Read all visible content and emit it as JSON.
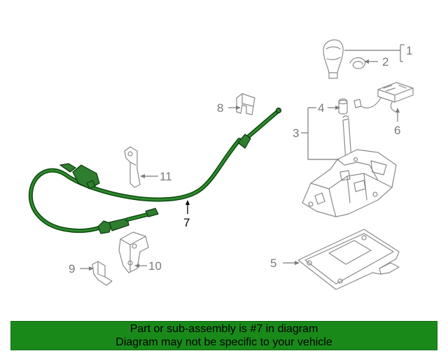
{
  "banner": {
    "line1": "Part or sub-assembly is #7 in diagram",
    "line2": "Diagram may not be specific to your vehicle",
    "color": "#198a1a"
  },
  "callouts": {
    "c1": "1",
    "c2": "2",
    "c3": "3",
    "c4": "4",
    "c5": "5",
    "c6": "6",
    "c7": "7",
    "c8": "8",
    "c9": "9",
    "c10": "10",
    "c11": "11"
  },
  "highlight": {
    "part_number": "7",
    "color": "#2f7d2f"
  }
}
